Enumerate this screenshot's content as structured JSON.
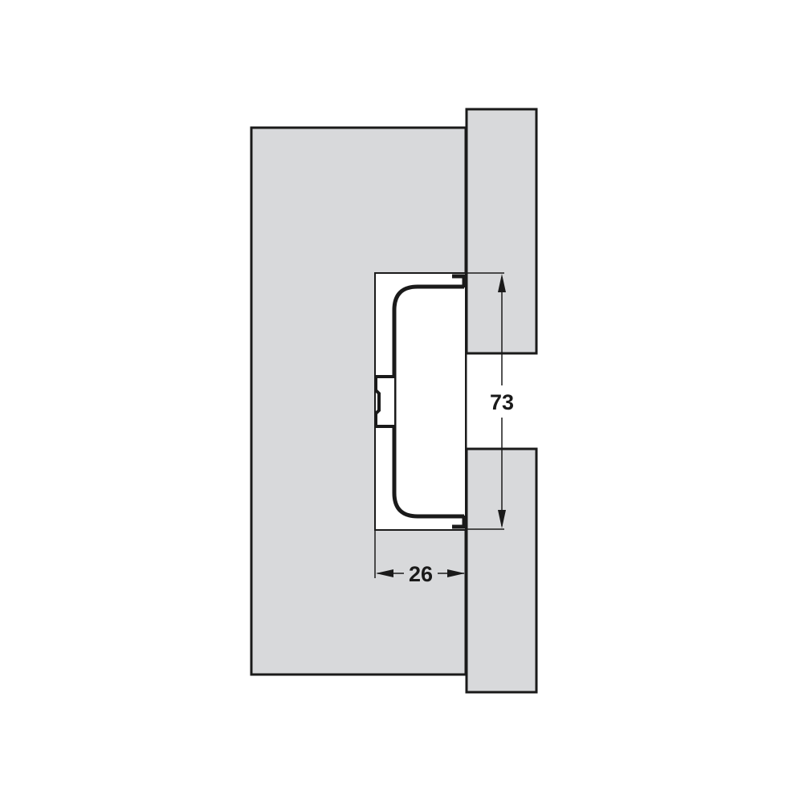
{
  "diagram": {
    "type": "technical-cross-section",
    "colors": {
      "background": "#ffffff",
      "panel_fill": "#d8d9db",
      "outline": "#1a1a1a",
      "cutout_fill": "#ffffff"
    },
    "components": {
      "cabinet_side_panel": {
        "label": ""
      },
      "upper_front_panel": {
        "label": ""
      },
      "lower_front_panel": {
        "label": ""
      },
      "handle_profile": {
        "label": ""
      }
    },
    "dimensions": {
      "gap_height": {
        "value": "73",
        "orientation": "vertical"
      },
      "profile_depth": {
        "value": "26",
        "orientation": "horizontal"
      }
    }
  }
}
